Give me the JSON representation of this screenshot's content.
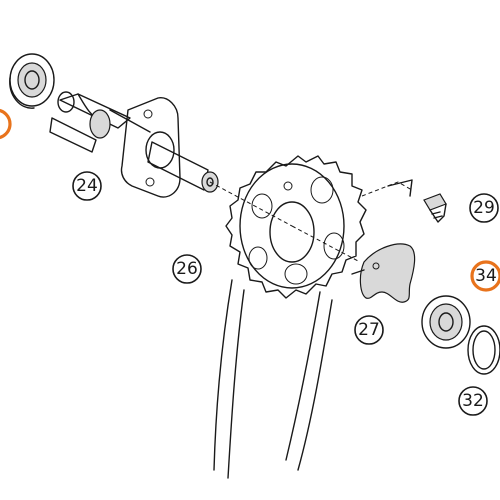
{
  "diagram": {
    "callouts": [
      {
        "id": "c24",
        "label": "24",
        "highlight": false
      },
      {
        "id": "c26",
        "label": "26",
        "highlight": false
      },
      {
        "id": "c27",
        "label": "27",
        "highlight": false
      },
      {
        "id": "c29",
        "label": "29",
        "highlight": false
      },
      {
        "id": "c32",
        "label": "32",
        "highlight": false
      },
      {
        "id": "c34",
        "label": "34",
        "highlight": true
      },
      {
        "id": "c-offscreen",
        "label": "",
        "highlight": true
      }
    ],
    "colors": {
      "highlight": "#e8731c",
      "ink": "#1a1a1a",
      "part_shade": "#d9d9d9",
      "background": "#ffffff"
    }
  }
}
